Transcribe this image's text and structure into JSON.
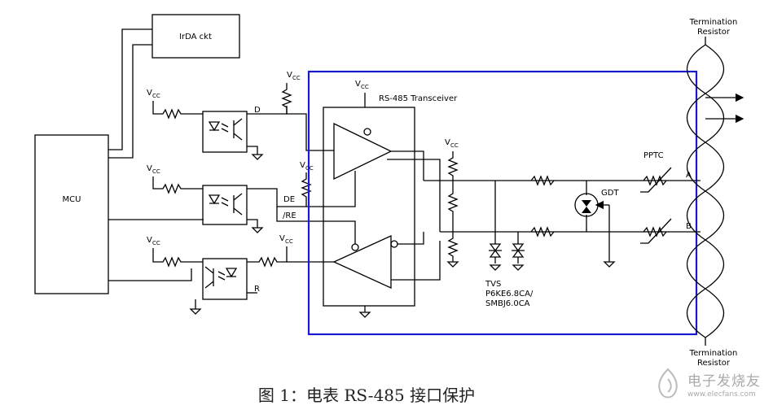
{
  "diagram": {
    "labels": {
      "irda": "IrDA ckt",
      "mcu": "MCU",
      "transceiver": "RS-485 Transceiver",
      "vcc_main": "V",
      "vcc_sub": "CC",
      "d": "D",
      "de": "DE",
      "re": "/RE",
      "r": "R",
      "gdt": "GDT",
      "pptc": "PPTC",
      "line_a": "A",
      "line_b": "B",
      "tvs": "TVS",
      "tvs_part1": "P6KE6.8CA/",
      "tvs_part2": "SMBJ6.0CA",
      "term_top_1": "Termination",
      "term_top_2": "Resistor",
      "term_bot_1": "Termination",
      "term_bot_2": "Resistor"
    }
  },
  "caption": "图 1：电表 RS-485 接口保护",
  "watermark": {
    "line1": "电子发烧友",
    "line2": "www.elecfans.com"
  },
  "colors": {
    "box": "#1a1acc",
    "wire": "#000000"
  }
}
